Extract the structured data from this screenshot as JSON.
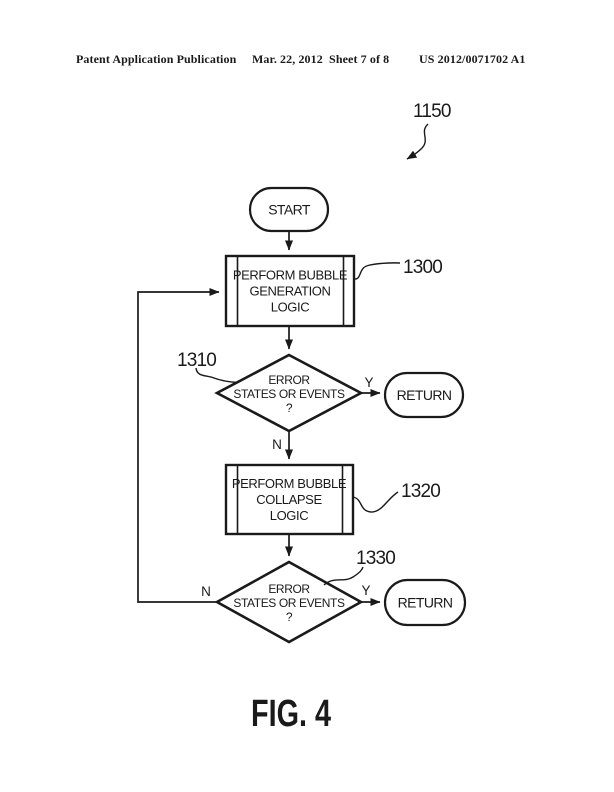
{
  "header": {
    "publication": "Patent Application Publication",
    "date_sheet": "Mar. 22, 2012  Sheet 7 of 8",
    "doc_number": "US 2012/0071702 A1"
  },
  "figure": {
    "caption": "FIG. 4",
    "diagram_ref": "1150"
  },
  "flowchart": {
    "start": {
      "label": "START"
    },
    "generation_box": {
      "ref": "1300",
      "lines": [
        "PERFORM BUBBLE",
        "GENERATION",
        "LOGIC"
      ]
    },
    "decision_error_1": {
      "ref": "1310",
      "lines": [
        "ERROR",
        "STATES OR EVENTS",
        "?"
      ],
      "yes": "Y",
      "no": "N"
    },
    "return_1": {
      "label": "RETURN"
    },
    "collapse_box": {
      "ref": "1320",
      "lines": [
        "PERFORM BUBBLE",
        "COLLAPSE",
        "LOGIC"
      ]
    },
    "decision_error_2": {
      "ref": "1330",
      "lines": [
        "ERROR",
        "STATES OR EVENTS",
        "?"
      ],
      "yes": "Y",
      "no": "N"
    },
    "return_2": {
      "label": "RETURN"
    }
  },
  "colors": {
    "ink": "#1a1a1a",
    "paper": "#ffffff"
  }
}
